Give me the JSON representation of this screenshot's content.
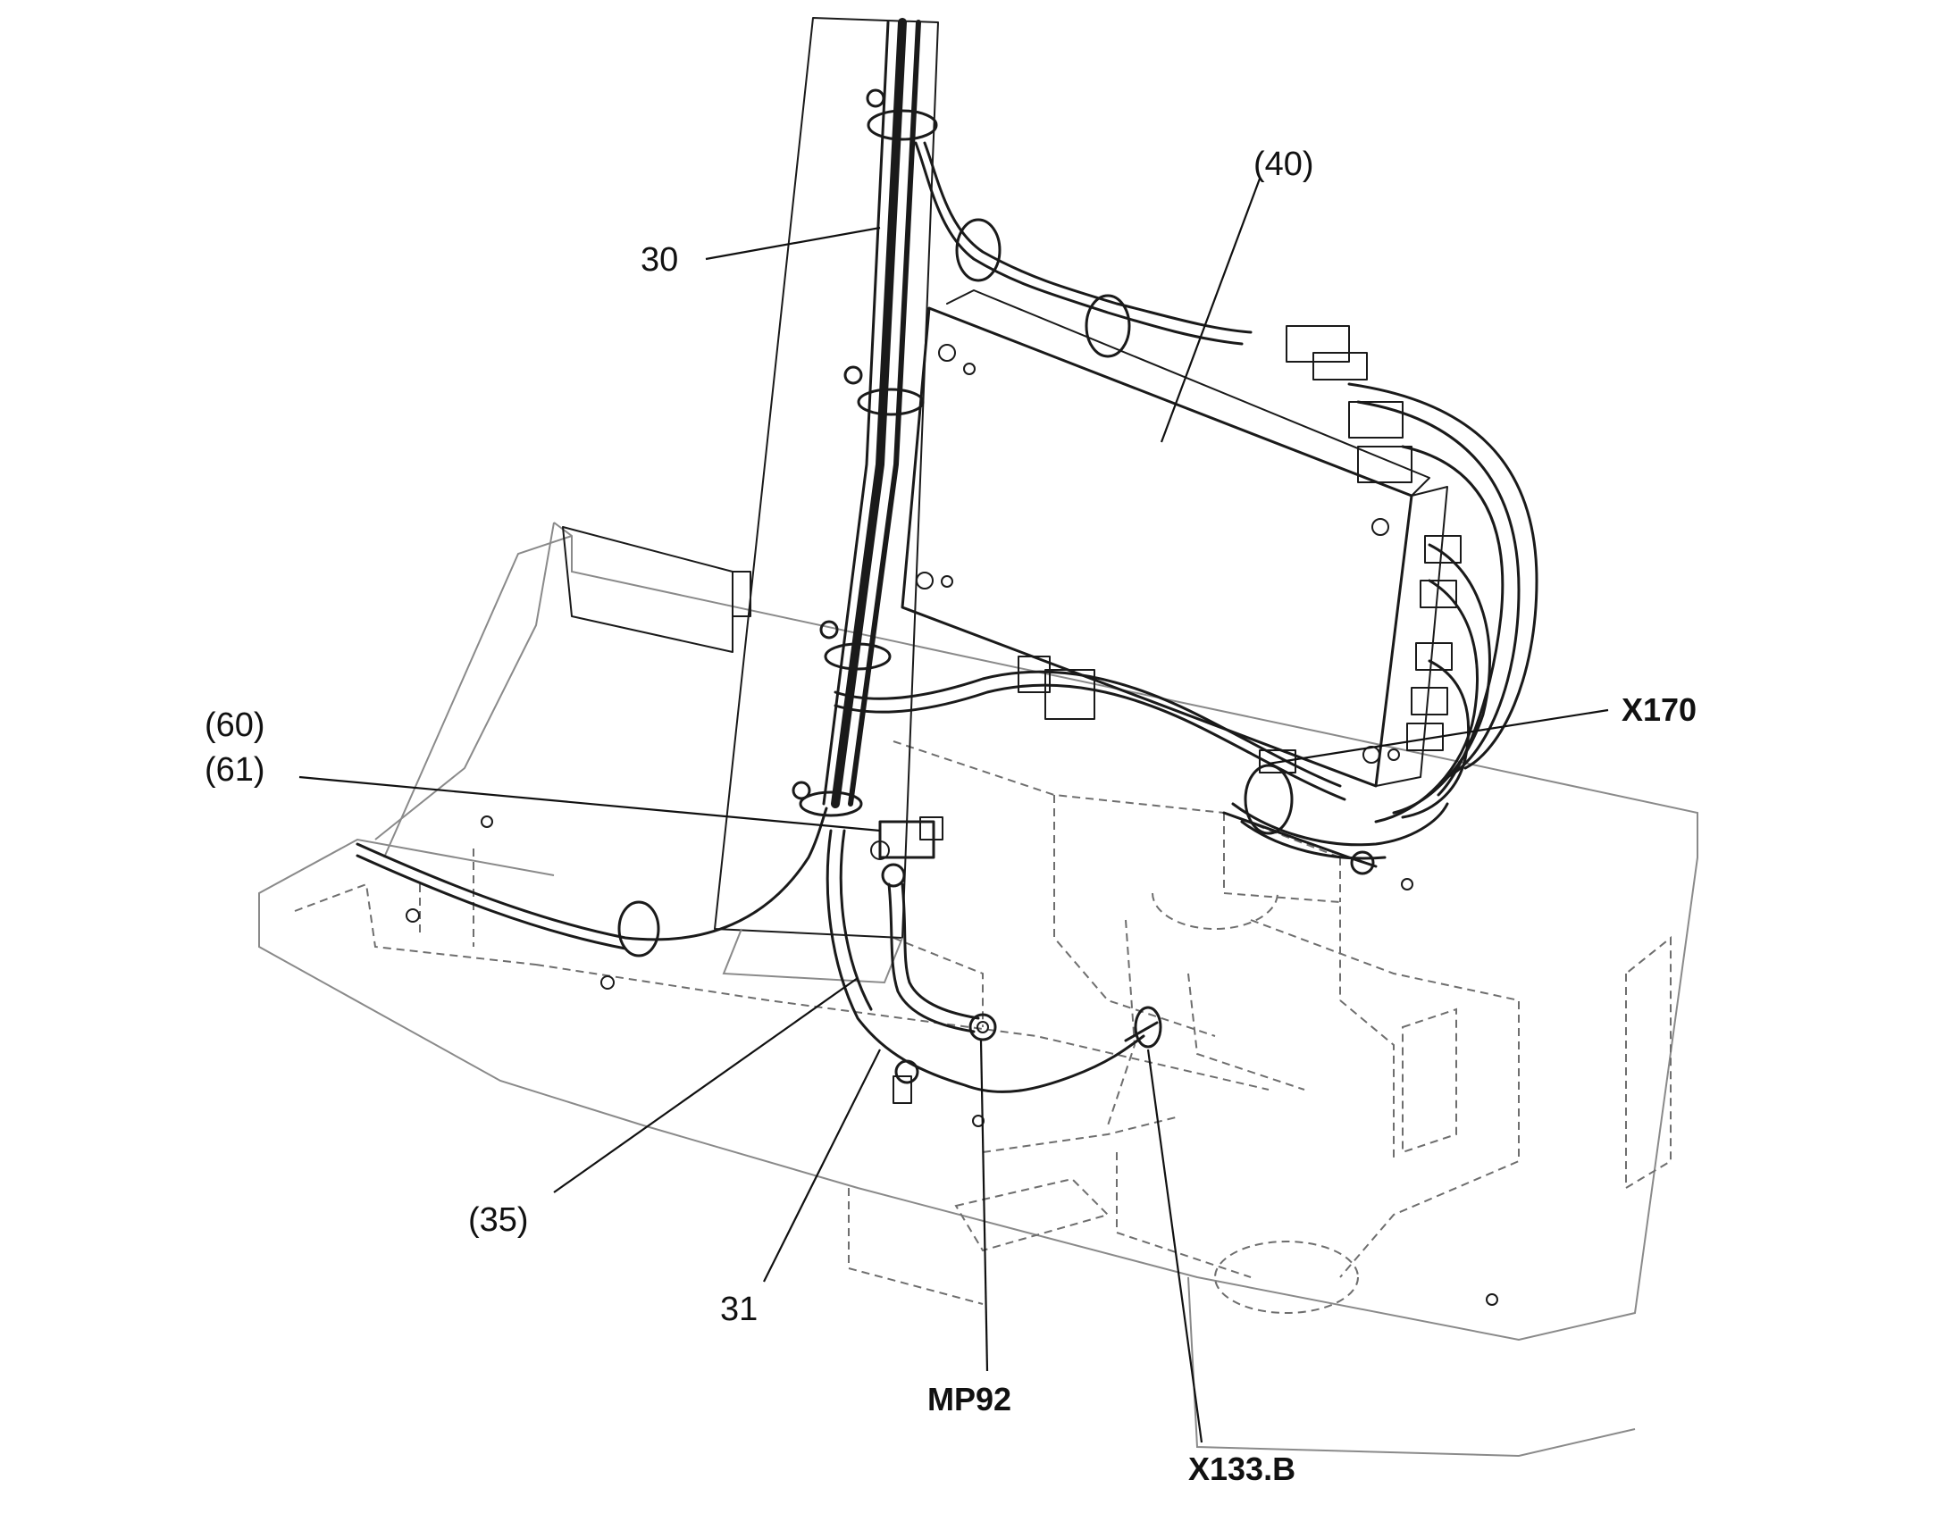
{
  "callouts": {
    "c30": "30",
    "c40": "(40)",
    "c60": "(60)",
    "c61": "(61)",
    "x170": "X170",
    "c35": "(35)",
    "c31": "31",
    "mp92": "MP92",
    "x133b": "X133.B"
  },
  "colors": {
    "line": "#1a1a1a",
    "hidden_line": "#6e6e6e",
    "background": "#ffffff"
  }
}
